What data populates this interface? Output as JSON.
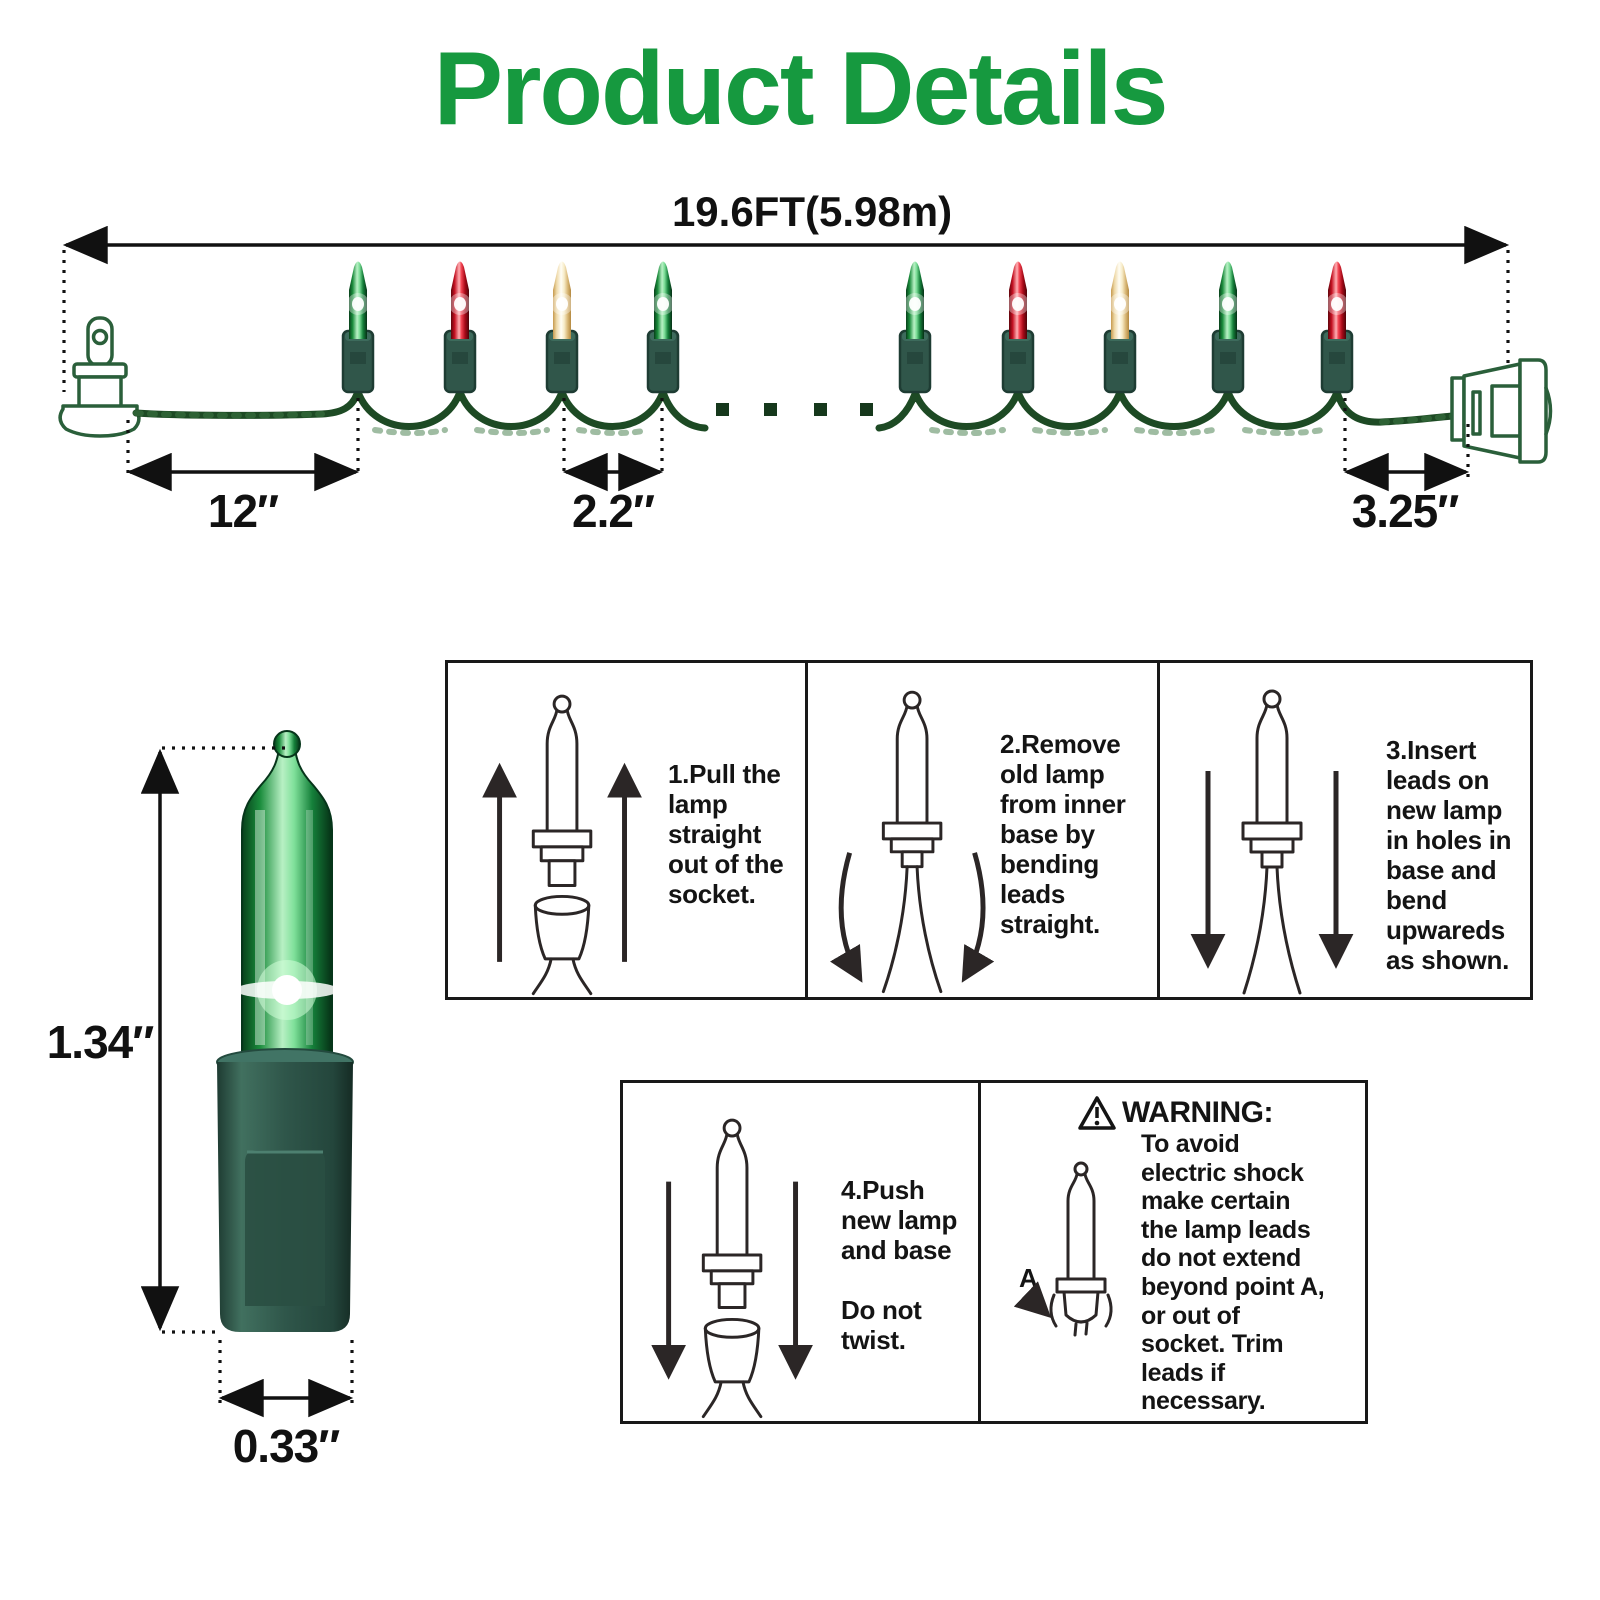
{
  "title": "Product Details",
  "string_diagram": {
    "total_length": "19.6FT(5.98m)",
    "plug_to_first_bulb": "12″",
    "bulb_spacing": "2.2″",
    "last_bulb_to_end": "3.25″",
    "bulb_sequence": [
      "green",
      "red",
      "warm-white",
      "green",
      "green",
      "red",
      "warm-white",
      "green",
      "red"
    ]
  },
  "bulb_closeup": {
    "height": "1.34″",
    "width": "0.33″",
    "bulb_color": "green"
  },
  "steps": [
    {
      "text": "1.Pull the\nlamp\nstraight\nout of the\nsocket."
    },
    {
      "text": "2.Remove\nold lamp\nfrom inner\nbase by\nbending\nleads\nstraight."
    },
    {
      "text": "3.Insert\nleads on\nnew lamp\nin holes in\nbase and\nbend\nupwareds\nas shown."
    },
    {
      "text": "4.Push\nnew lamp\nand base\n\nDo not\ntwist."
    }
  ],
  "warning": {
    "title": "WARNING:",
    "point_label": "A",
    "text": "To avoid\nelectric shock\nmake certain\nthe lamp leads\ndo not extend\nbeyond point A,\nor out of\nsocket. Trim\nleads if\nnecessary."
  },
  "colors": {
    "title_green": "#16993f",
    "wire_green": "#1d4a24",
    "socket_base_green": "#30564a",
    "bulb_green": "#1d9e46",
    "bulb_red": "#d8112a",
    "bulb_warm_white": "#f6e9c5",
    "line_art": "#2b2626"
  }
}
